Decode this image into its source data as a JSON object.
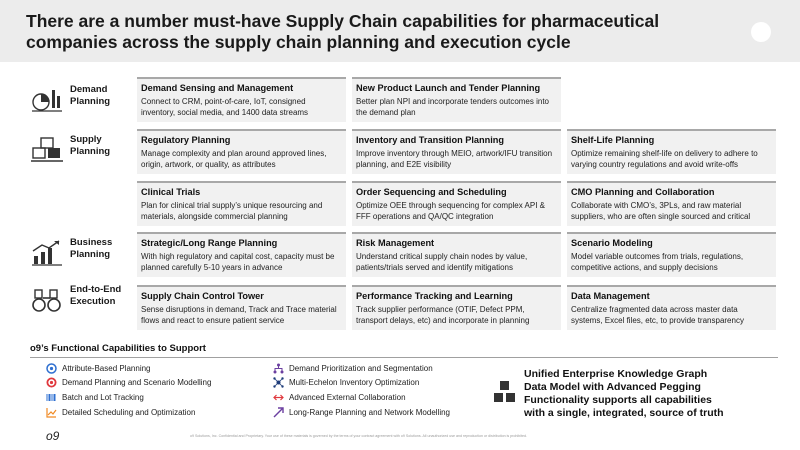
{
  "header": {
    "title": "There are a number must-have Supply Chain capabilities for pharmaceutical companies across the supply chain planning and execution cycle"
  },
  "categories": [
    {
      "label": "Demand Planning",
      "icon": "demand-planning-icon"
    },
    {
      "label": "Supply Planning",
      "icon": "supply-planning-icon"
    },
    {
      "label": "Business Planning",
      "icon": "business-planning-icon"
    },
    {
      "label": "End-to-End Execution",
      "icon": "binoculars-icon"
    }
  ],
  "cards": {
    "demand_sensing": {
      "title": "Demand Sensing and Management",
      "desc": "Connect to CRM, point-of-care, IoT, consigned inventory, social media, and 1400 data streams"
    },
    "npl": {
      "title": "New Product Launch and Tender Planning",
      "desc": "Better plan NPI and incorporate tenders outcomes into the demand plan"
    },
    "regulatory": {
      "title": "Regulatory Planning",
      "desc": "Manage complexity and plan around approved lines, origin, artwork, or quality, as attributes"
    },
    "inventory": {
      "title": "Inventory and Transition Planning",
      "desc": "Improve inventory through MEIO, artwork/IFU transition planning, and E2E visibility"
    },
    "shelf_life": {
      "title": "Shelf-Life Planning",
      "desc": "Optimize remaining shelf-life on delivery to adhere to varying country regulations and avoid write-offs"
    },
    "clinical": {
      "title": "Clinical Trials",
      "desc": "Plan for clinical trial supply’s unique resourcing and materials, alongside commercial planning"
    },
    "sequencing": {
      "title": "Order Sequencing and Scheduling",
      "desc": "Optimize OEE through sequencing for complex API & FFF operations and QA/QC integration"
    },
    "cmo": {
      "title": "CMO Planning and Collaboration",
      "desc": "Collaborate with CMO’s, 3PLs, and raw material suppliers, who are often single sourced and critical"
    },
    "strategic": {
      "title": "Strategic/Long Range Planning",
      "desc": "With high regulatory and capital cost, capacity must be planned carefully 5-10 years in advance"
    },
    "risk": {
      "title": "Risk Management",
      "desc": "Understand critical supply chain nodes by value, patients/trials served and identify mitigations"
    },
    "scenario": {
      "title": "Scenario Modeling",
      "desc": "Model variable outcomes from trials, regulations, competitive actions, and supply decisions"
    },
    "control_tower": {
      "title": "Supply Chain Control Tower",
      "desc": "Sense disruptions in demand, Track and Trace material flows and react to ensure patient service"
    },
    "performance": {
      "title": "Performance Tracking and Learning",
      "desc": "Track supplier performance (OTIF, Defect PPM, transport delays, etc) and incorporate in planning"
    },
    "data_mgmt": {
      "title": "Data Management",
      "desc": "Centralize fragmented data across master data systems, Excel files, etc, to provide transparency"
    }
  },
  "functional": {
    "title": "o9’s Functional Capabilities to Support",
    "left": [
      {
        "label": "Attribute-Based Planning",
        "icon": "attribute-planning-icon",
        "color": "#2e6fd0"
      },
      {
        "label": "Demand Planning and Scenario Modelling",
        "icon": "target-icon",
        "color": "#e0393e"
      },
      {
        "label": "Batch and Lot Tracking",
        "icon": "barcode-icon",
        "color": "#2e6fd0"
      },
      {
        "label": "Detailed Scheduling and Optimization",
        "icon": "schedule-chart-icon",
        "color": "#f08a24"
      }
    ],
    "right": [
      {
        "label": "Demand Prioritization and Segmentation",
        "icon": "hierarchy-icon",
        "color": "#6b3fa0"
      },
      {
        "label": "Multi-Echelon Inventory Optimization",
        "icon": "network-icon",
        "color": "#1f3d7a"
      },
      {
        "label": "Advanced External Collaboration",
        "icon": "exchange-arrows-icon",
        "color": "#e0393e"
      },
      {
        "label": "Long-Range Planning and Network Modelling",
        "icon": "long-range-icon",
        "color": "#6b3fa0"
      }
    ]
  },
  "unified": {
    "lines": [
      "Unified Enterprise Knowledge Graph",
      "Data Model with Advanced Pegging",
      "Functionality supports all capabilities",
      "with a single, integrated, source of truth"
    ],
    "icon": "cubes-icon"
  },
  "footer": {
    "logo": "o9",
    "text": "o9 Solutions, Inc. Confidential and Proprietary. Your use of these materials is governed by the terms of your contract agreement with o9 Solutions. All unauthorized use and reproduction or distribution is prohibited."
  }
}
